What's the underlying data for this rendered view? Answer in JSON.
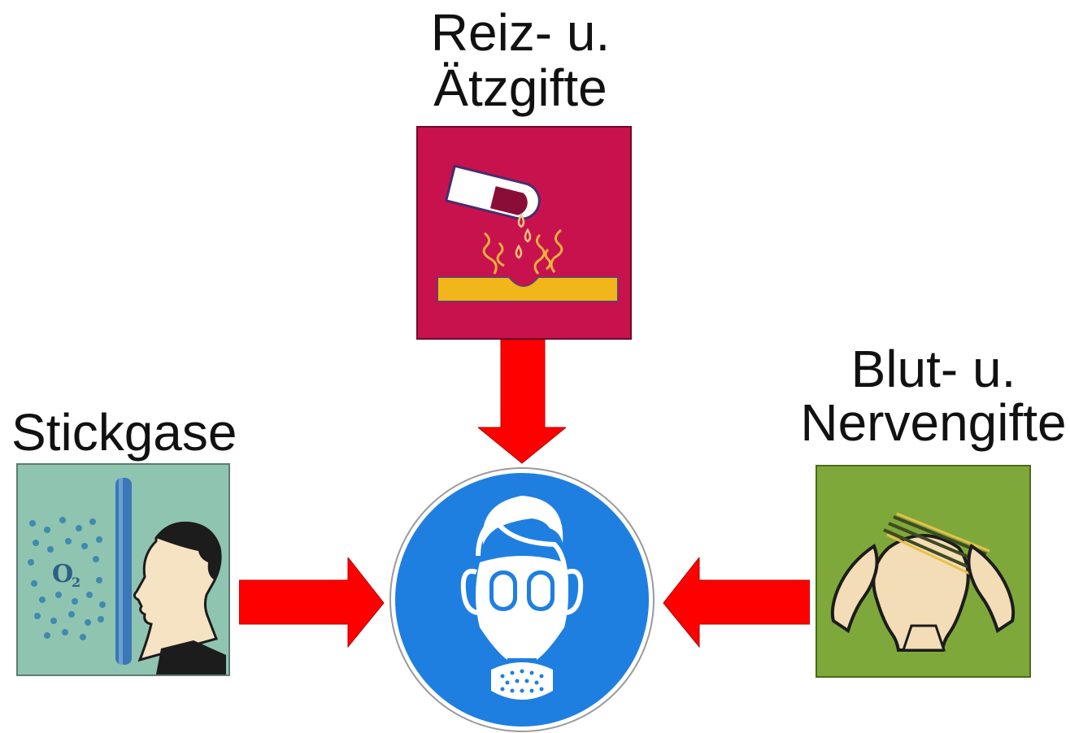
{
  "labels": {
    "irritant_line1": "Reiz- u.",
    "irritant_line2": "Ätzgifte",
    "asphyxiant": "Stickgase",
    "blood_nerve_line1": "Blut- u.",
    "blood_nerve_line2": "Nervengifte"
  },
  "tiles": {
    "asphyxiant": {
      "oxygen_symbol": "O",
      "oxygen_subscript": "2"
    }
  },
  "colors": {
    "corrosive_tile": "#c8124e",
    "asphyxiant_tile": "#8fc4b0",
    "blood_nerve_tile": "#7ea83a",
    "arrow": "#ff0000",
    "mandatory_sign": "#1f7fe0"
  },
  "icons": {
    "corrosive": "test-tube-acid-icon",
    "asphyxiant": "man-oxygen-barrier-icon",
    "blood_nerve": "head-pain-icon",
    "mandatory": "respirator-mask-icon"
  }
}
